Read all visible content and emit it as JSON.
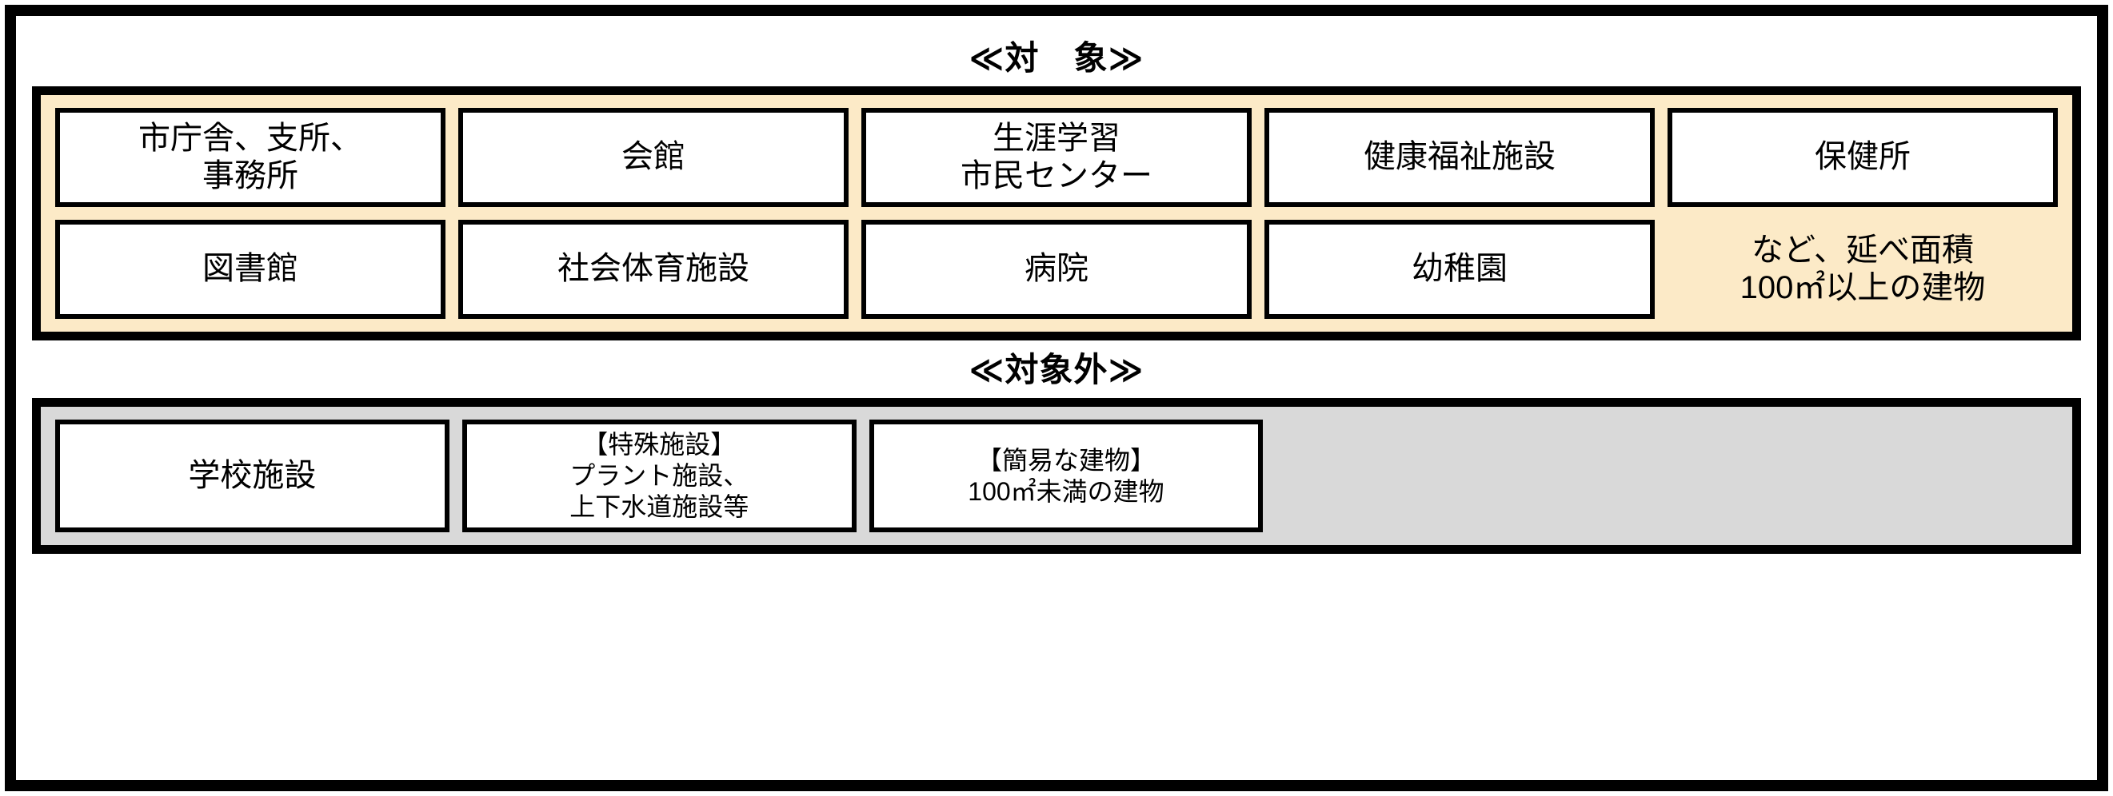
{
  "figure": {
    "target_section": {
      "heading": "≪対　象≫",
      "background_color": "#fceac7",
      "rows": [
        {
          "cells": [
            {
              "text": "市庁舎、支所、\n事務所",
              "boxed": true
            },
            {
              "text": "会館",
              "boxed": true
            },
            {
              "text": "生涯学習\n市民センター",
              "boxed": true
            },
            {
              "text": "健康福祉施設",
              "boxed": true
            },
            {
              "text": "保健所",
              "boxed": true
            }
          ]
        },
        {
          "cells": [
            {
              "text": "図書館",
              "boxed": true
            },
            {
              "text": "社会体育施設",
              "boxed": true
            },
            {
              "text": "病院",
              "boxed": true
            },
            {
              "text": "幼稚園",
              "boxed": true
            },
            {
              "text": "など、延べ面積\n100㎡以上の建物",
              "boxed": false
            }
          ]
        }
      ]
    },
    "non_target_section": {
      "heading": "≪対象外≫",
      "background_color": "#d9d9d9",
      "rows": [
        {
          "cells": [
            {
              "text": "学校施設",
              "boxed": true,
              "small": false
            },
            {
              "text": "【特殊施設】\nプラント施設、\n上下水道施設等",
              "boxed": true,
              "small": true
            },
            {
              "text": "【簡易な建物】\n100㎡未満の建物",
              "boxed": true,
              "small": true
            },
            {
              "text": "",
              "boxed": false,
              "empty": true
            },
            {
              "text": "",
              "boxed": false,
              "empty": true
            }
          ]
        }
      ]
    }
  }
}
